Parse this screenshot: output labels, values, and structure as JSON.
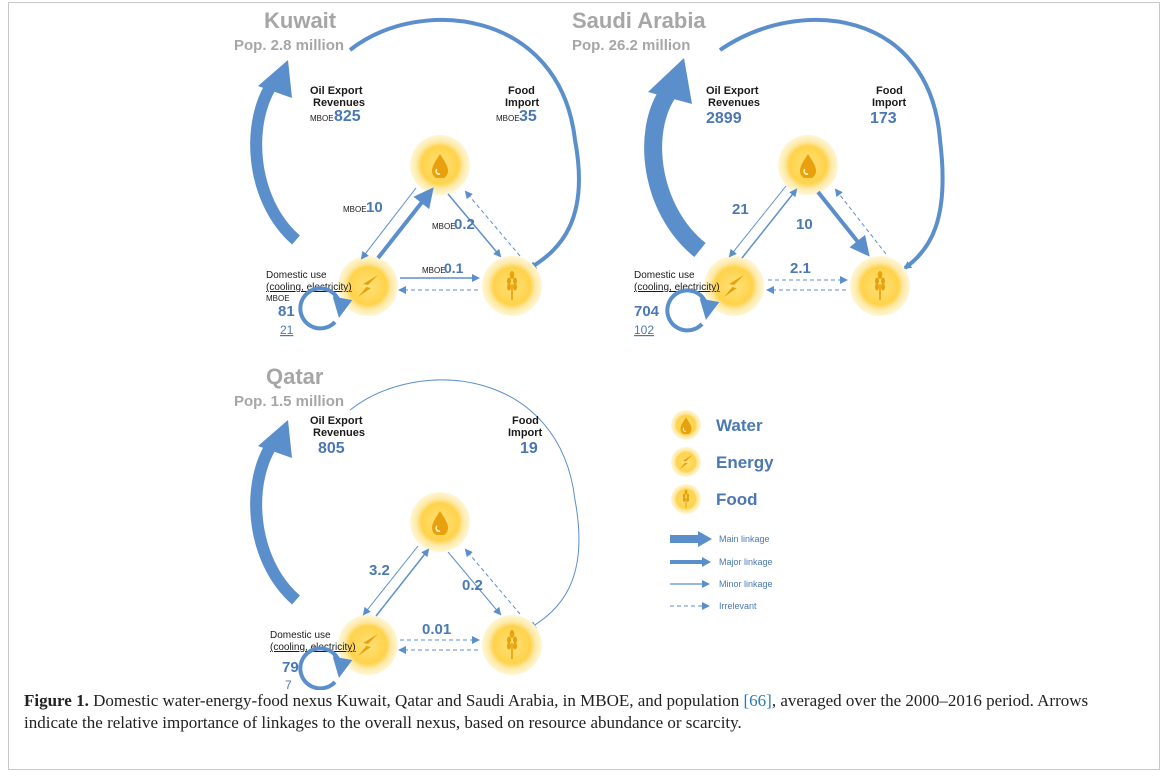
{
  "panels": {
    "kuwait": {
      "name": "Kuwait",
      "pop": "Pop. 2.8 million",
      "oil_label_1": "Oil Export",
      "oil_label_2": "Revenues",
      "oil_unit": "MBOE",
      "oil_value": "825",
      "food_label_1": "Food",
      "food_label_2": "Import",
      "food_unit": "MBOE",
      "food_value": "35",
      "e2w_unit": "MBOE",
      "e2w_value": "10",
      "w2f_unit": "MBOE",
      "w2f_value": "0.2",
      "e2f_unit": "MBOE",
      "e2f_value": "0.1",
      "dom_label": "Domestic use",
      "dom_sub": "(cooling, electricity)",
      "dom_unit": "MBOE",
      "dom_value": "81",
      "dom_sub_value": "21"
    },
    "saudi": {
      "name": "Saudi Arabia",
      "pop": "Pop. 26.2 million",
      "oil_label_1": "Oil Export",
      "oil_label_2": "Revenues",
      "oil_value": "2899",
      "food_label_1": "Food",
      "food_label_2": "Import",
      "food_value": "173",
      "e2w_value": "21",
      "w2f_value": "10",
      "e2f_value": "2.1",
      "dom_label": "Domestic use",
      "dom_sub": "(cooling, electricity)",
      "dom_value": "704",
      "dom_sub_value": "102"
    },
    "qatar": {
      "name": "Qatar",
      "pop": "Pop. 1.5 million",
      "oil_label_1": "Oil Export",
      "oil_label_2": "Revenues",
      "oil_value": "805",
      "food_label_1": "Food",
      "food_label_2": "Import",
      "food_value": "19",
      "e2w_value": "3.2",
      "w2f_value": "0.2",
      "e2f_value": "0.01",
      "dom_label": "Domestic use",
      "dom_sub": "(cooling, electricity)",
      "dom_value": "79",
      "dom_sub_value": "7"
    }
  },
  "legend": {
    "water": "Water",
    "energy": "Energy",
    "food": "Food",
    "main": "Main linkage",
    "major": "Major linkage",
    "minor": "Minor linkage",
    "irrelevant": "Irrelevant"
  },
  "caption": {
    "label": "Figure 1.",
    "text": " Domestic water-energy-food nexus Kuwait, Qatar and Saudi Arabia, in MBOE, and population ",
    "cite": "[66]",
    "text2": ", averaged over the 2000–2016 period. Arrows indicate the relative importance of linkages to the overall nexus, based on resource abundance or scarcity."
  },
  "colors": {
    "arrow": "#5b8fcc",
    "value": "#4a78b5",
    "node_glow": "#fff2b8",
    "node_core": "#f7c22d",
    "country": "#a6a6a6"
  }
}
